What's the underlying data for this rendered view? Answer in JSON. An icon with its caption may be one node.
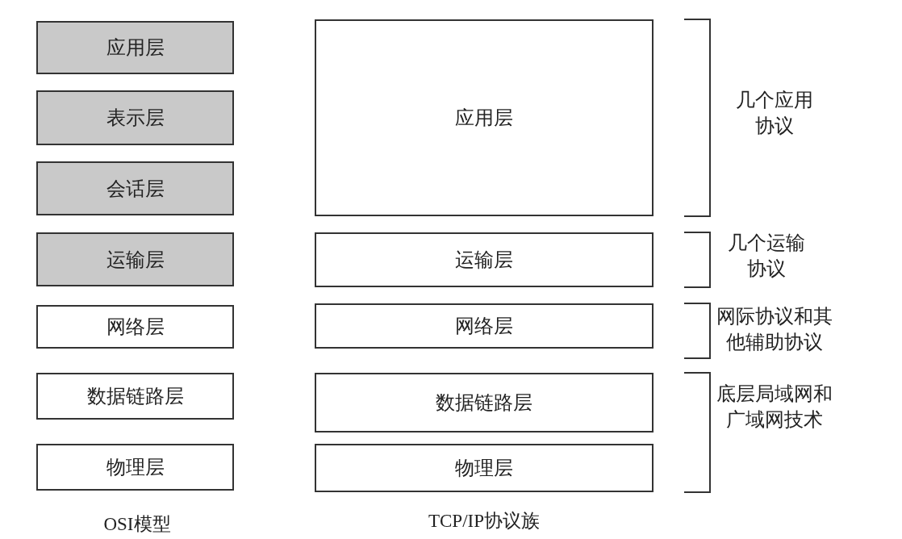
{
  "diagram": {
    "nodes": [
      {
        "text": [
          "应用层"
        ]
      },
      {
        "text": [
          "表示层"
        ]
      },
      {
        "text": [
          "会话层"
        ]
      },
      {
        "text": [
          "运输层"
        ]
      },
      {
        "text": [
          "网络层"
        ]
      },
      {
        "text": [
          "数据链路层"
        ]
      },
      {
        "text": [
          "物理层"
        ]
      },
      {
        "text": [
          "应用层"
        ]
      },
      {
        "text": [
          "运输层"
        ]
      },
      {
        "text": [
          "网络层"
        ]
      },
      {
        "text": [
          "数据链路层"
        ]
      },
      {
        "text": [
          "物理层"
        ]
      }
    ],
    "labels": [
      "几个应用协议",
      "几个运输协议",
      "网际协议和其他辅助协议",
      "底层局域网和广域网技术",
      "OSI模型",
      "TCP/IP协议族"
    ]
  }
}
